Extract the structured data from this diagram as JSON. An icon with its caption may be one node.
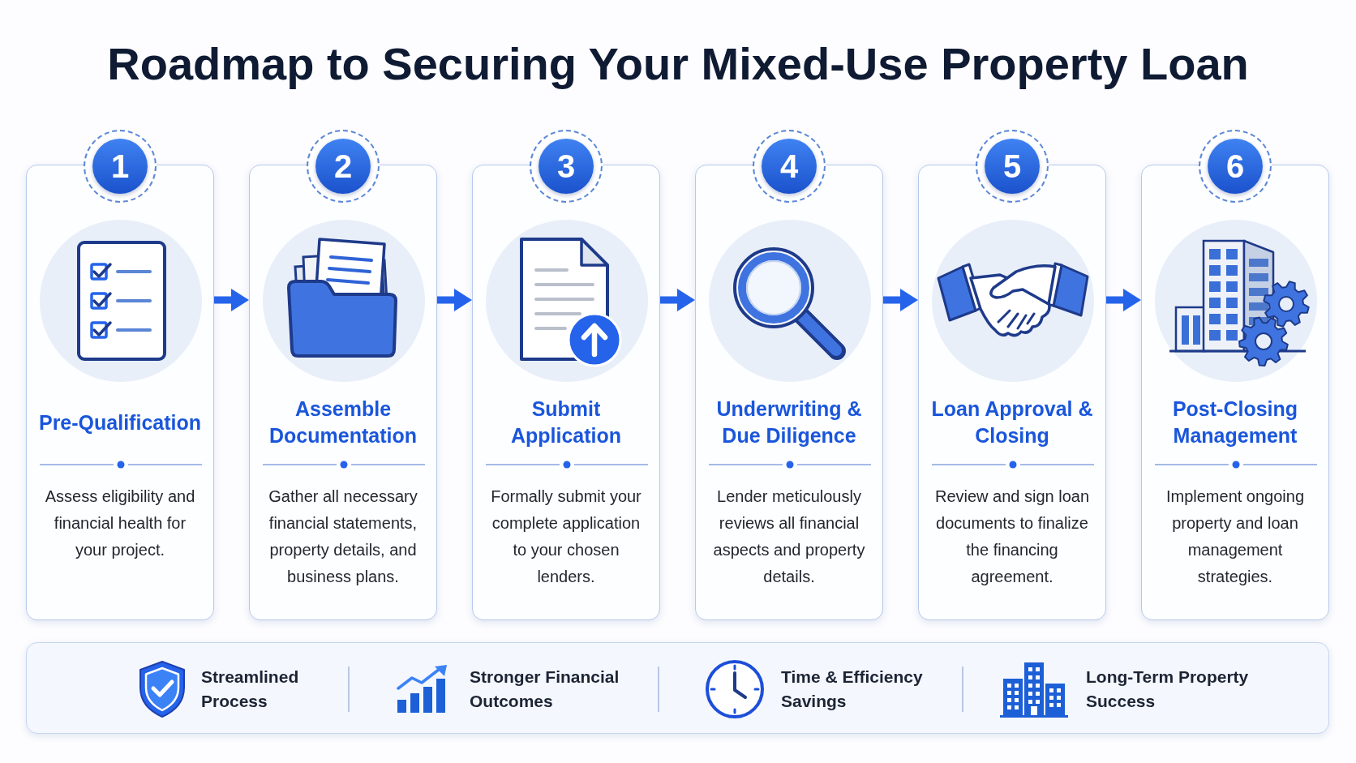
{
  "diagram": {
    "title": "Roadmap to Securing Your Mixed-Use Property Loan",
    "nodes": [
      {
        "text": [
          "1"
        ]
      },
      {
        "text": [
          "Pre-Qualification",
          "Assess eligibility and financial health for your project."
        ]
      },
      {
        "text": [
          "2"
        ]
      },
      {
        "text": [
          "Assemble Documentation",
          "Gather all necessary financial statements, property details, and business plans."
        ]
      },
      {
        "text": [
          "3"
        ]
      },
      {
        "text": [
          "Submit Application",
          "Formally submit your complete application to your chosen lenders."
        ]
      },
      {
        "text": [
          "4"
        ]
      },
      {
        "text": [
          "Underwriting & Due Diligence",
          "Lender meticulously reviews all financial aspects and property details."
        ]
      },
      {
        "text": [
          "5"
        ]
      },
      {
        "text": [
          "Loan Approval & Closing",
          "Review and sign loan documents to finalize the financing agreement."
        ]
      },
      {
        "text": [
          "6"
        ]
      },
      {
        "text": [
          "Post-Closing Management",
          "Implement ongoing property and loan management strategies."
        ]
      },
      {
        "text": [
          "Streamlined Process",
          "Stronger Financial Outcomes",
          "Time & Efficiency Savings",
          "Long-Term Property Success"
        ]
      }
    ],
    "edges": [
      {
        "from": 1,
        "to": 3,
        "arrow": "to"
      },
      {
        "from": 3,
        "to": 5,
        "arrow": "to"
      },
      {
        "from": 5,
        "to": 7,
        "arrow": "to"
      },
      {
        "from": 7,
        "to": 9,
        "arrow": "to"
      },
      {
        "from": 9,
        "to": 11,
        "arrow": "to"
      }
    ]
  }
}
